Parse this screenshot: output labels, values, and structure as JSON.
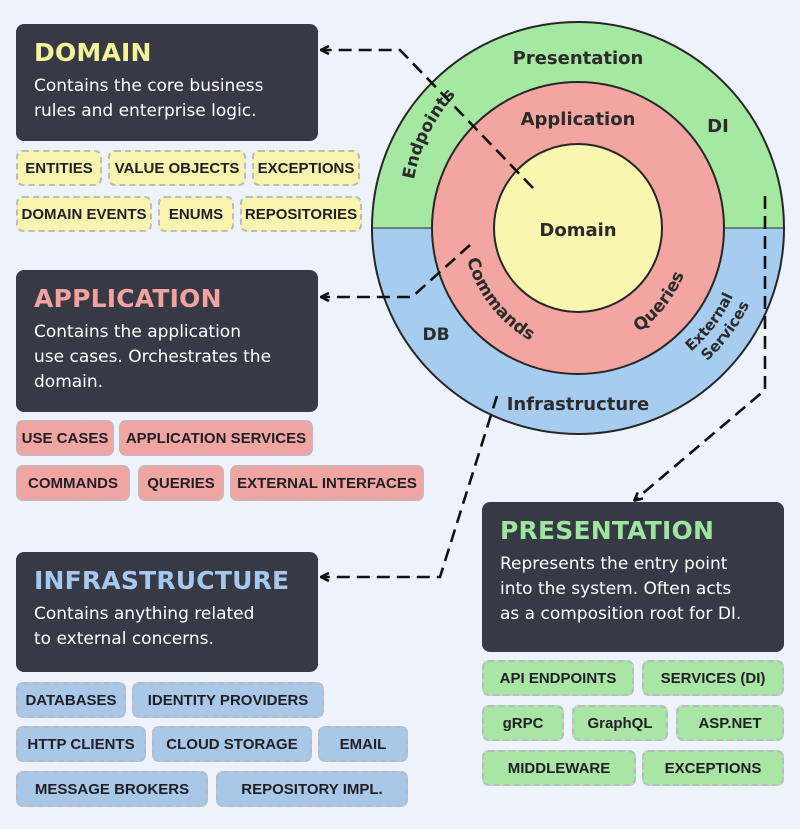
{
  "colors": {
    "card_bg": "#373a45",
    "domain": "#f8f4b0",
    "application": "#f0a5a2",
    "infrastructure": "#a9c8e8",
    "presentation": "#a9e5a5",
    "domain_title": "#f6f29c",
    "application_title": "#f2a29f",
    "infrastructure_title": "#a6c8ee",
    "presentation_title": "#9ee6a0"
  },
  "diagram": {
    "presentation": "Presentation",
    "endpoints": "Endpoints",
    "di": "DI",
    "application": "Application",
    "domain": "Domain",
    "commands": "Commands",
    "queries": "Queries",
    "db": "DB",
    "external_services_line1": "External",
    "external_services_line2": "Services",
    "infrastructure": "Infrastructure"
  },
  "domain_card": {
    "title": "DOMAIN",
    "desc_line1": "Contains the core business",
    "desc_line2": "rules and enterprise logic.",
    "tags": [
      "ENTITIES",
      "VALUE OBJECTS",
      "EXCEPTIONS",
      "DOMAIN EVENTS",
      "ENUMS",
      "REPOSITORIES"
    ]
  },
  "application_card": {
    "title": "APPLICATION",
    "desc_line1": "Contains the application",
    "desc_line2": "use cases. Orchestrates the",
    "desc_line3": "domain.",
    "tags": [
      "USE CASES",
      "APPLICATION SERVICES",
      "COMMANDS",
      "QUERIES",
      "EXTERNAL INTERFACES"
    ]
  },
  "infrastructure_card": {
    "title": "INFRASTRUCTURE",
    "desc_line1": "Contains anything related",
    "desc_line2": "to external concerns.",
    "tags": [
      "DATABASES",
      "IDENTITY PROVIDERS",
      "HTTP CLIENTS",
      "CLOUD STORAGE",
      "EMAIL",
      "MESSAGE BROKERS",
      "REPOSITORY IMPL."
    ]
  },
  "presentation_card": {
    "title": "PRESENTATION",
    "desc_line1": "Represents the entry point",
    "desc_line2": "into the system. Often acts",
    "desc_line3": "as a composition root for DI.",
    "tags": [
      "API ENDPOINTS",
      "SERVICES (DI)",
      "gRPC",
      "GraphQL",
      "ASP.NET",
      "MIDDLEWARE",
      "EXCEPTIONS"
    ]
  }
}
